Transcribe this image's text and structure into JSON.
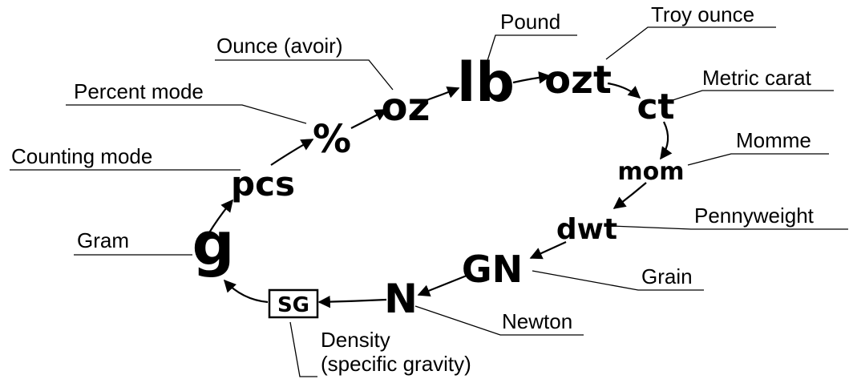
{
  "units": [
    {
      "id": "oz",
      "symbol": "oz",
      "label": "Ounce (avoir)"
    },
    {
      "id": "lb",
      "symbol": "lb",
      "label": "Pound"
    },
    {
      "id": "ozt",
      "symbol": "ozt",
      "label": "Troy ounce"
    },
    {
      "id": "ct",
      "symbol": "ct",
      "label": "Metric carat"
    },
    {
      "id": "mom",
      "symbol": "mom",
      "label": "Momme"
    },
    {
      "id": "dwt",
      "symbol": "dwt",
      "label": "Pennyweight"
    },
    {
      "id": "gn",
      "symbol": "GN",
      "label": "Grain"
    },
    {
      "id": "n",
      "symbol": "N",
      "label": "Newton"
    },
    {
      "id": "sg",
      "symbol": "SG",
      "label_line1": "Density",
      "label_line2": "(specific gravity)"
    },
    {
      "id": "g",
      "symbol": "g",
      "label": "Gram"
    },
    {
      "id": "pcs",
      "symbol": "pcs",
      "label": "Counting mode"
    },
    {
      "id": "pct",
      "symbol": "%",
      "label": "Percent mode"
    }
  ],
  "cycle_order": [
    "oz",
    "lb",
    "ozt",
    "ct",
    "mom",
    "dwt",
    "gn",
    "n",
    "sg",
    "g",
    "pcs",
    "pct"
  ],
  "colors": {
    "ink": "#000000",
    "background": "#ffffff"
  }
}
